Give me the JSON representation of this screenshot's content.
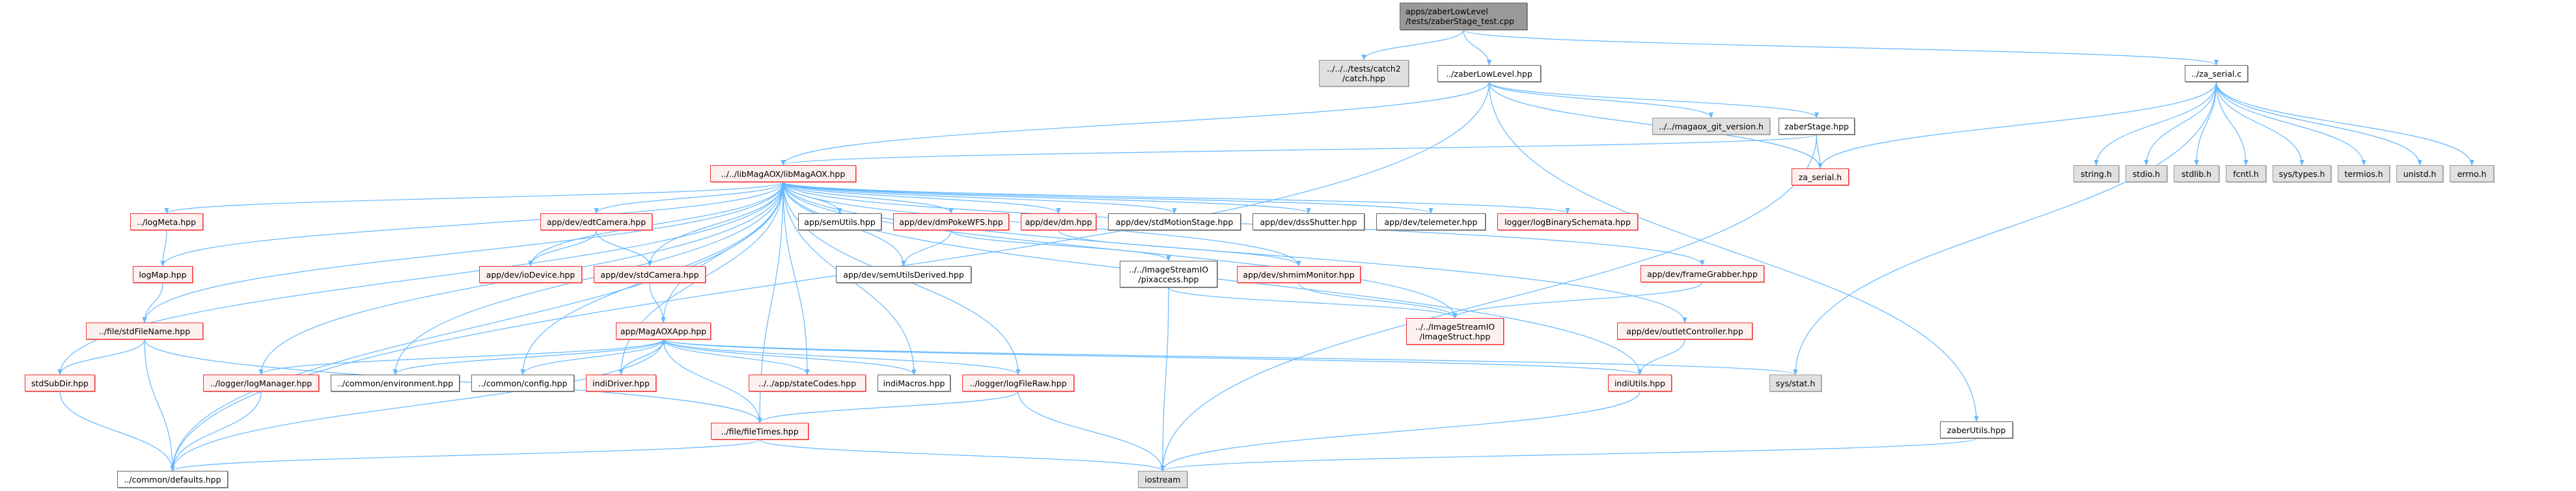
{
  "title": "apps/zaberLowLevel/tests/zaberStage_test.cpp include dependency graph",
  "colors": {
    "edge": "#63b8ff",
    "root_fill": "#999999",
    "system_fill": "#e0e0e0",
    "linked_fill": "#ffffff",
    "incomplete_border": "#ff0000",
    "incomplete_fill": "#fff0f0"
  },
  "nodes": {
    "root": {
      "label": "apps/zaberLowLevel\n/tests/zaberStage_test.cpp",
      "kind": "root"
    },
    "catch": {
      "label": "../../../tests/catch2\n/catch.hpp",
      "kind": "grey"
    },
    "zaberLowLevel": {
      "label": "../zaberLowLevel.hpp",
      "kind": "white"
    },
    "zaSerialC": {
      "label": "../za_serial.c",
      "kind": "white"
    },
    "libMagAOX": {
      "label": "../../libMagAOX/libMagAOX.hpp",
      "kind": "red"
    },
    "gitVersion": {
      "label": "../../magaox_git_version.h",
      "kind": "grey"
    },
    "zaberStage": {
      "label": "zaberStage.hpp",
      "kind": "white"
    },
    "zaSerialH": {
      "label": "za_serial.h",
      "kind": "red"
    },
    "zaberUtils": {
      "label": "zaberUtils.hpp",
      "kind": "white"
    },
    "stringH": {
      "label": "string.h",
      "kind": "grey"
    },
    "stdioH": {
      "label": "stdio.h",
      "kind": "grey"
    },
    "stdlibH": {
      "label": "stdlib.h",
      "kind": "grey"
    },
    "fcntlH": {
      "label": "fcntl.h",
      "kind": "grey"
    },
    "sysTypes": {
      "label": "sys/types.h",
      "kind": "grey"
    },
    "termios": {
      "label": "termios.h",
      "kind": "grey"
    },
    "unistd": {
      "label": "unistd.h",
      "kind": "grey"
    },
    "errno": {
      "label": "errno.h",
      "kind": "grey"
    },
    "logMeta": {
      "label": "../logMeta.hpp",
      "kind": "red"
    },
    "logMap": {
      "label": "logMap.hpp",
      "kind": "red"
    },
    "stdFileName": {
      "label": "../file/stdFileName.hpp",
      "kind": "red"
    },
    "stdSubDir": {
      "label": "stdSubDir.hpp",
      "kind": "red"
    },
    "edtCamera": {
      "label": "app/dev/edtCamera.hpp",
      "kind": "red"
    },
    "ioDevice": {
      "label": "app/dev/ioDevice.hpp",
      "kind": "red"
    },
    "stdCamera": {
      "label": "app/dev/stdCamera.hpp",
      "kind": "red"
    },
    "magAOXApp": {
      "label": "app/MagAOXApp.hpp",
      "kind": "red"
    },
    "semUtils": {
      "label": "app/semUtils.hpp",
      "kind": "white"
    },
    "semUtilsDerived": {
      "label": "app/dev/semUtilsDerived.hpp",
      "kind": "white"
    },
    "dmPokeWFS": {
      "label": "app/dev/dmPokeWFS.hpp",
      "kind": "red"
    },
    "dm": {
      "label": "app/dev/dm.hpp",
      "kind": "red"
    },
    "stdMotionStage": {
      "label": "app/dev/stdMotionStage.hpp",
      "kind": "white"
    },
    "dssShutter": {
      "label": "app/dev/dssShutter.hpp",
      "kind": "white"
    },
    "telemeter": {
      "label": "app/dev/telemeter.hpp",
      "kind": "white"
    },
    "logBinarySchemata": {
      "label": "logger/logBinarySchemata.hpp",
      "kind": "red"
    },
    "pixaccess": {
      "label": "../../ImageStreamIO\n/pixaccess.hpp",
      "kind": "white"
    },
    "shmimMonitor": {
      "label": "app/dev/shmimMonitor.hpp",
      "kind": "red"
    },
    "imageStruct": {
      "label": "../../ImageStreamIO\n/ImageStruct.hpp",
      "kind": "red"
    },
    "frameGrabber": {
      "label": "app/dev/frameGrabber.hpp",
      "kind": "red"
    },
    "outletController": {
      "label": "app/dev/outletController.hpp",
      "kind": "red"
    },
    "logManager": {
      "label": "../logger/logManager.hpp",
      "kind": "red"
    },
    "environment": {
      "label": "../common/environment.hpp",
      "kind": "white"
    },
    "config": {
      "label": "../common/config.hpp",
      "kind": "white"
    },
    "indiDriver": {
      "label": "indiDriver.hpp",
      "kind": "red"
    },
    "stateCodes": {
      "label": "../../app/stateCodes.hpp",
      "kind": "red"
    },
    "indiMacros": {
      "label": "indiMacros.hpp",
      "kind": "white"
    },
    "logFileRaw": {
      "label": "../logger/logFileRaw.hpp",
      "kind": "red"
    },
    "indiUtils": {
      "label": "indiUtils.hpp",
      "kind": "red"
    },
    "sysStat": {
      "label": "sys/stat.h",
      "kind": "grey"
    },
    "fileTimes": {
      "label": "../file/fileTimes.hpp",
      "kind": "red"
    },
    "defaults": {
      "label": "../common/defaults.hpp",
      "kind": "white"
    },
    "iostream": {
      "label": "iostream",
      "kind": "grey"
    }
  },
  "edges": [
    [
      "root",
      "catch"
    ],
    [
      "root",
      "zaberLowLevel"
    ],
    [
      "root",
      "zaSerialC"
    ],
    [
      "zaberLowLevel",
      "libMagAOX"
    ],
    [
      "zaberLowLevel",
      "gitVersion"
    ],
    [
      "zaberLowLevel",
      "zaberStage"
    ],
    [
      "zaberLowLevel",
      "zaSerialH"
    ],
    [
      "zaberLowLevel",
      "zaberUtils"
    ],
    [
      "zaberLowLevel",
      "defaults"
    ],
    [
      "zaberStage",
      "libMagAOX"
    ],
    [
      "zaberStage",
      "zaSerialH"
    ],
    [
      "zaberStage",
      "iostream"
    ],
    [
      "zaSerialC",
      "zaSerialH"
    ],
    [
      "zaSerialC",
      "stringH"
    ],
    [
      "zaSerialC",
      "stdioH"
    ],
    [
      "zaSerialC",
      "stdlibH"
    ],
    [
      "zaSerialC",
      "fcntlH"
    ],
    [
      "zaSerialC",
      "sysTypes"
    ],
    [
      "zaSerialC",
      "termios"
    ],
    [
      "zaSerialC",
      "unistd"
    ],
    [
      "zaSerialC",
      "errno"
    ],
    [
      "zaSerialC",
      "sysStat"
    ],
    [
      "zaberUtils",
      "iostream"
    ],
    [
      "libMagAOX",
      "logMeta"
    ],
    [
      "libMagAOX",
      "logMap"
    ],
    [
      "libMagAOX",
      "stdFileName"
    ],
    [
      "libMagAOX",
      "stdSubDir"
    ],
    [
      "libMagAOX",
      "edtCamera"
    ],
    [
      "libMagAOX",
      "ioDevice"
    ],
    [
      "libMagAOX",
      "stdCamera"
    ],
    [
      "libMagAOX",
      "magAOXApp"
    ],
    [
      "libMagAOX",
      "semUtils"
    ],
    [
      "libMagAOX",
      "semUtilsDerived"
    ],
    [
      "libMagAOX",
      "dmPokeWFS"
    ],
    [
      "libMagAOX",
      "dm"
    ],
    [
      "libMagAOX",
      "stdMotionStage"
    ],
    [
      "libMagAOX",
      "dssShutter"
    ],
    [
      "libMagAOX",
      "telemeter"
    ],
    [
      "libMagAOX",
      "logBinarySchemata"
    ],
    [
      "libMagAOX",
      "shmimMonitor"
    ],
    [
      "libMagAOX",
      "imageStruct"
    ],
    [
      "libMagAOX",
      "frameGrabber"
    ],
    [
      "libMagAOX",
      "outletController"
    ],
    [
      "libMagAOX",
      "logManager"
    ],
    [
      "libMagAOX",
      "environment"
    ],
    [
      "libMagAOX",
      "config"
    ],
    [
      "libMagAOX",
      "indiDriver"
    ],
    [
      "libMagAOX",
      "stateCodes"
    ],
    [
      "libMagAOX",
      "indiMacros"
    ],
    [
      "libMagAOX",
      "logFileRaw"
    ],
    [
      "libMagAOX",
      "indiUtils"
    ],
    [
      "libMagAOX",
      "fileTimes"
    ],
    [
      "libMagAOX",
      "defaults"
    ],
    [
      "logMeta",
      "logMap"
    ],
    [
      "logMap",
      "stdFileName"
    ],
    [
      "stdFileName",
      "stdSubDir"
    ],
    [
      "stdFileName",
      "fileTimes"
    ],
    [
      "stdFileName",
      "defaults"
    ],
    [
      "stdSubDir",
      "defaults"
    ],
    [
      "edtCamera",
      "ioDevice"
    ],
    [
      "edtCamera",
      "stdCamera"
    ],
    [
      "stdCamera",
      "magAOXApp"
    ],
    [
      "dmPokeWFS",
      "semUtilsDerived"
    ],
    [
      "dmPokeWFS",
      "pixaccess"
    ],
    [
      "dm",
      "shmimMonitor"
    ],
    [
      "pixaccess",
      "imageStruct"
    ],
    [
      "pixaccess",
      "iostream"
    ],
    [
      "shmimMonitor",
      "imageStruct"
    ],
    [
      "frameGrabber",
      "imageStruct"
    ],
    [
      "outletController",
      "indiUtils"
    ],
    [
      "magAOXApp",
      "logManager"
    ],
    [
      "magAOXApp",
      "environment"
    ],
    [
      "magAOXApp",
      "config"
    ],
    [
      "magAOXApp",
      "indiDriver"
    ],
    [
      "magAOXApp",
      "stateCodes"
    ],
    [
      "magAOXApp",
      "indiMacros"
    ],
    [
      "magAOXApp",
      "logFileRaw"
    ],
    [
      "magAOXApp",
      "indiUtils"
    ],
    [
      "magAOXApp",
      "sysStat"
    ],
    [
      "magAOXApp",
      "fileTimes"
    ],
    [
      "magAOXApp",
      "defaults"
    ],
    [
      "indiDriver",
      "magAOXApp"
    ],
    [
      "logManager",
      "defaults"
    ],
    [
      "logFileRaw",
      "fileTimes"
    ],
    [
      "logFileRaw",
      "iostream"
    ],
    [
      "indiUtils",
      "iostream"
    ],
    [
      "fileTimes",
      "defaults"
    ],
    [
      "fileTimes",
      "iostream"
    ]
  ]
}
